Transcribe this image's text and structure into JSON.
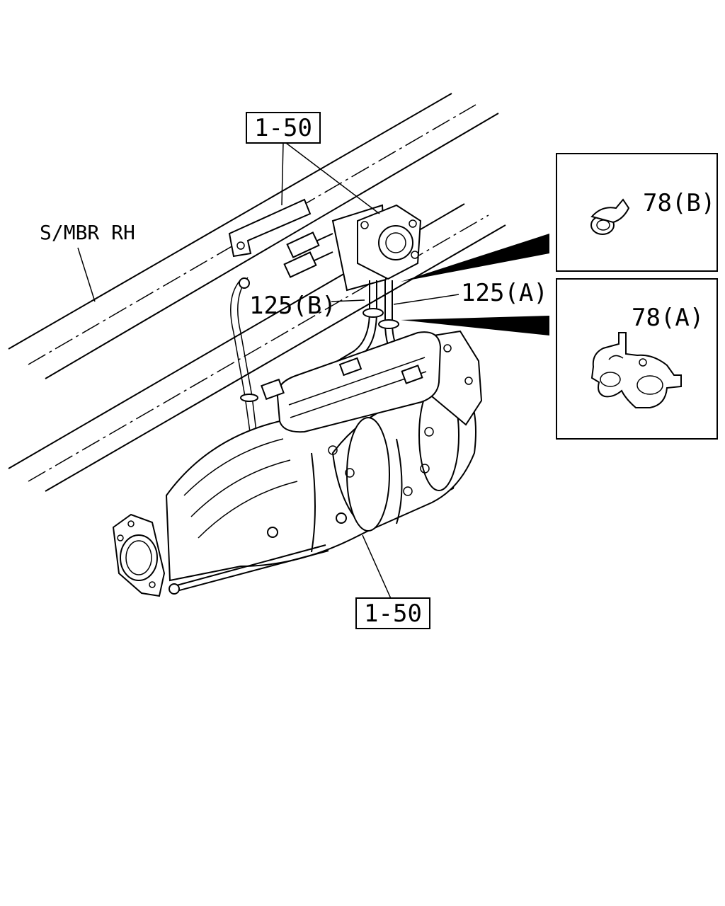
{
  "labels": {
    "ref_top": "1-50",
    "ref_bottom": "1-50",
    "frame_member": "S/MBR RH",
    "hose_b": "125(B)",
    "hose_a": "125(A)",
    "clamp_b": "78(B)",
    "clamp_a": "78(A)"
  },
  "colors": {
    "line": "#000000",
    "background": "#ffffff"
  }
}
